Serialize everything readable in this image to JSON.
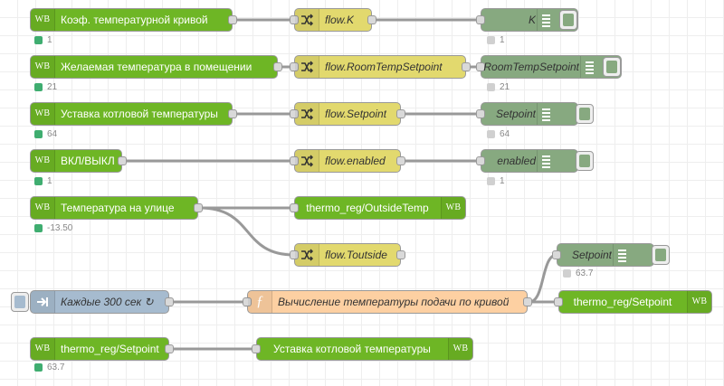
{
  "nodes": {
    "wb_coef": {
      "label": "Коэф. температурной кривой",
      "status": "1"
    },
    "wb_desired": {
      "label": "Желаемая температура в помещении",
      "status": "21"
    },
    "wb_setpoint_in": {
      "label": "Уставка котловой температуры",
      "status": "64"
    },
    "wb_onoff": {
      "label": "ВКЛ/ВЫКЛ",
      "status": "1"
    },
    "wb_outside": {
      "label": "Температура на улице",
      "status": "-13.50"
    },
    "wb_thermo_setpoint_in": {
      "label": "thermo_reg/Setpoint",
      "status": "63.7"
    },
    "change_k": {
      "label": "flow.K"
    },
    "change_room": {
      "label": "flow.RoomTempSetpoint"
    },
    "change_setpoint": {
      "label": "flow.Setpoint"
    },
    "change_enabled": {
      "label": "flow.enabled"
    },
    "change_toutside": {
      "label": "flow.Toutside"
    },
    "debug_k": {
      "label": "K",
      "status": "1"
    },
    "debug_room": {
      "label": "RoomTempSetpoint",
      "status": "21"
    },
    "debug_setpoint": {
      "label": "Setpoint",
      "status": "64"
    },
    "debug_enabled": {
      "label": "enabled",
      "status": "1"
    },
    "debug_calc": {
      "label": "Setpoint",
      "status": "63.7"
    },
    "out_outside": {
      "label": "thermo_reg/OutsideTemp"
    },
    "out_setpoint": {
      "label": "thermo_reg/Setpoint"
    },
    "out_boiler": {
      "label": "Уставка котловой температуры"
    },
    "inject": {
      "label": "Каждые 300 сек ↻"
    },
    "function": {
      "label": "Вычисление температуры подачи по кривой"
    }
  },
  "icons": {
    "wb": "WB",
    "change": "shuffle-icon",
    "debug": "list-icon",
    "function": "function-icon",
    "inject": "arrow-in-icon"
  },
  "colors": {
    "wb": "#6eb625",
    "change": "#e2d96e",
    "debug": "#87a980",
    "function": "#fdd0a2",
    "inject": "#a6bbcf",
    "status_green": "#3fad70",
    "status_grey": "#d0d0d0",
    "wire": "#999999"
  }
}
